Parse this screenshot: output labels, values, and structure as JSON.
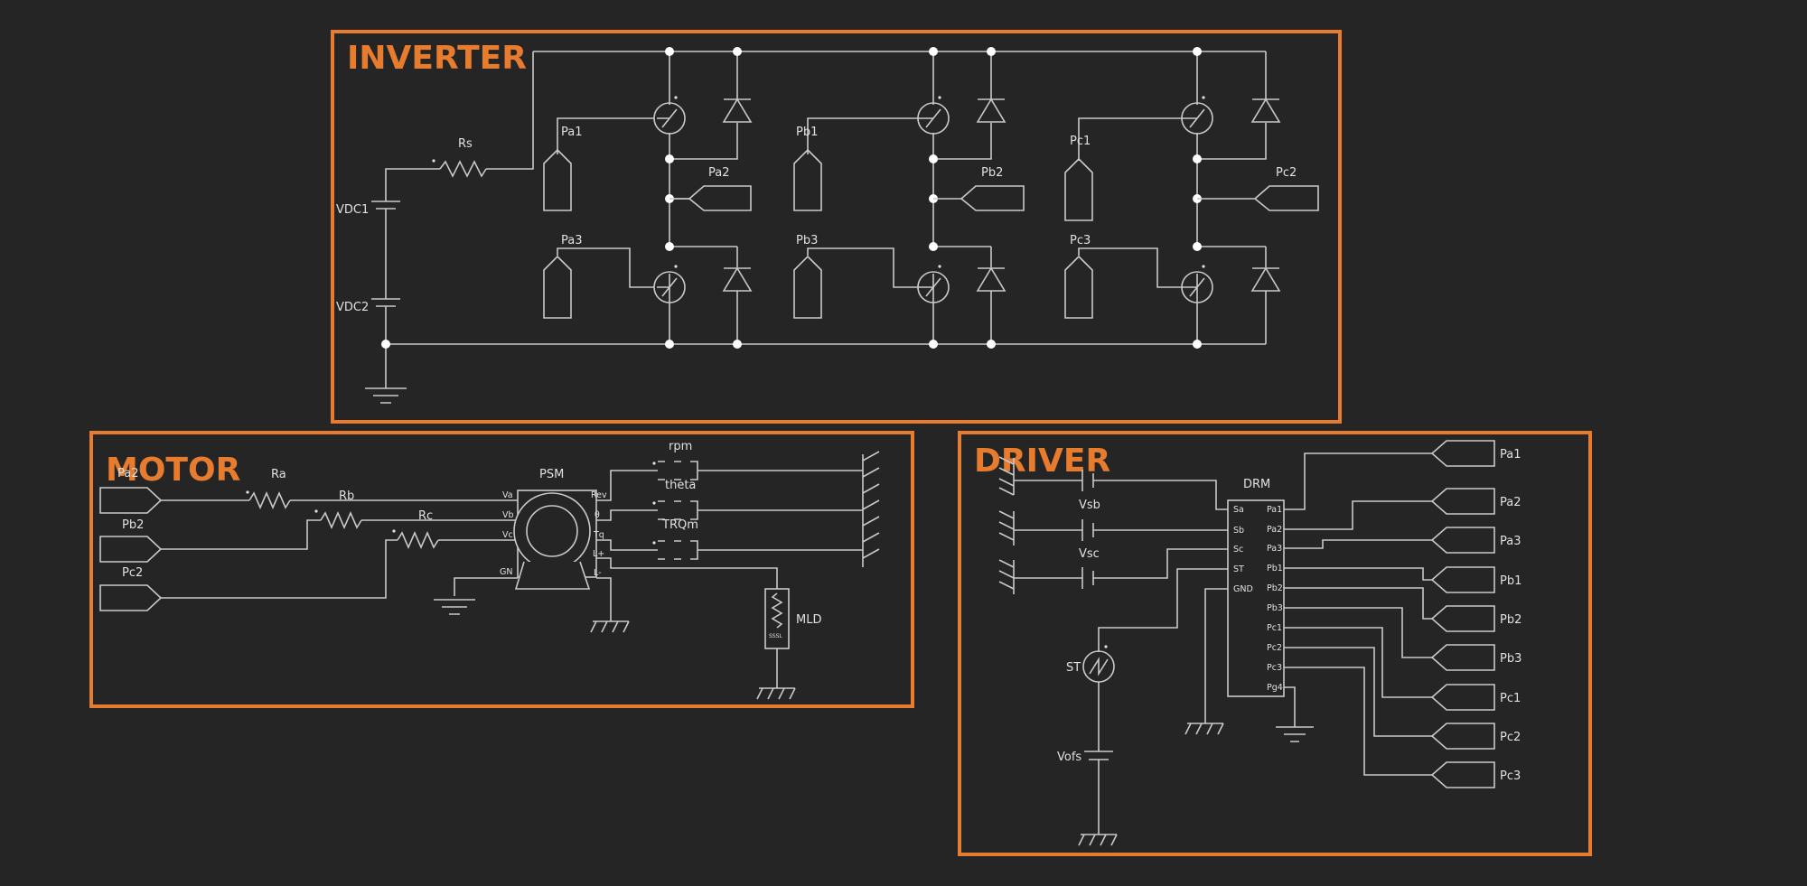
{
  "sections": {
    "inverter": "INVERTER",
    "motor": "MOTOR",
    "driver": "DRIVER"
  },
  "inverter": {
    "rs": "Rs",
    "vdc1": "VDC1",
    "vdc2": "VDC2",
    "pa1": "Pa1",
    "pa2": "Pa2",
    "pa3": "Pa3",
    "pb1": "Pb1",
    "pb2": "Pb2",
    "pb3": "Pb3",
    "pc1": "Pc1",
    "pc2": "Pc2",
    "pc3": "Pc3"
  },
  "motor": {
    "pa2": "Pa2",
    "pb2": "Pb2",
    "pc2": "Pc2",
    "ra": "Ra",
    "rb": "Rb",
    "rc": "Rc",
    "psm": "PSM",
    "pin_va": "Va",
    "pin_vb": "Vb",
    "pin_vc": "Vc",
    "pin_gn": "GN",
    "pin_rev": "Rev",
    "pin_theta": "θ",
    "pin_tq": "Tq",
    "pin_lp": "L+",
    "pin_lm": "L-",
    "rpm": "rpm",
    "theta": "theta",
    "trqm": "TRQm",
    "mld": "MLD",
    "mld_inner": "SSSL"
  },
  "driver": {
    "vsb": "Vsb",
    "vsc": "Vsc",
    "st": "ST",
    "vofs": "Vofs",
    "drm": "DRM",
    "in_pins": [
      "Sa",
      "Sb",
      "Sc",
      "ST",
      "GND"
    ],
    "out_pins": [
      "Pa1",
      "Pa2",
      "Pa3",
      "Pb1",
      "Pb2",
      "Pb3",
      "Pc1",
      "Pc2",
      "Pc3",
      "Pg4"
    ],
    "ports": [
      "Pa1",
      "Pa2",
      "Pa3",
      "Pb1",
      "Pb2",
      "Pb3",
      "Pc1",
      "Pc2",
      "Pc3"
    ]
  }
}
